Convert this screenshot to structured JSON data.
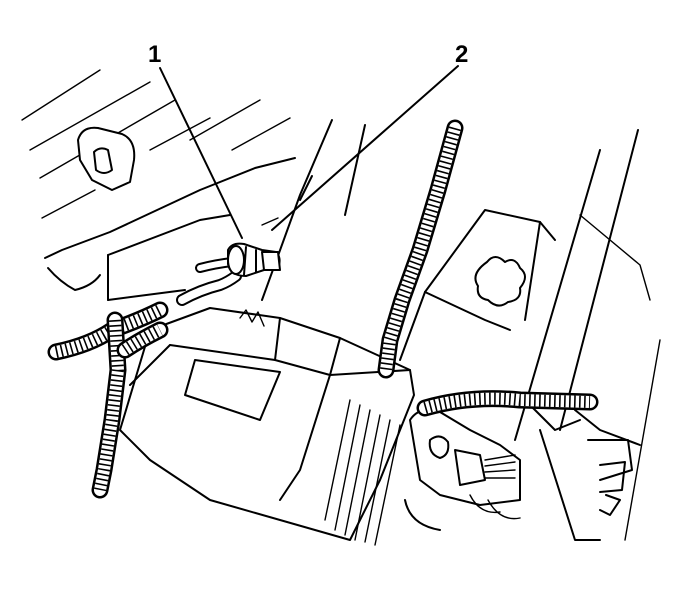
{
  "figure": {
    "callouts": [
      {
        "id": "callout-1",
        "label": "1"
      },
      {
        "id": "callout-2",
        "label": "2"
      }
    ],
    "colors": {
      "line": "#000000",
      "background": "#ffffff"
    }
  }
}
